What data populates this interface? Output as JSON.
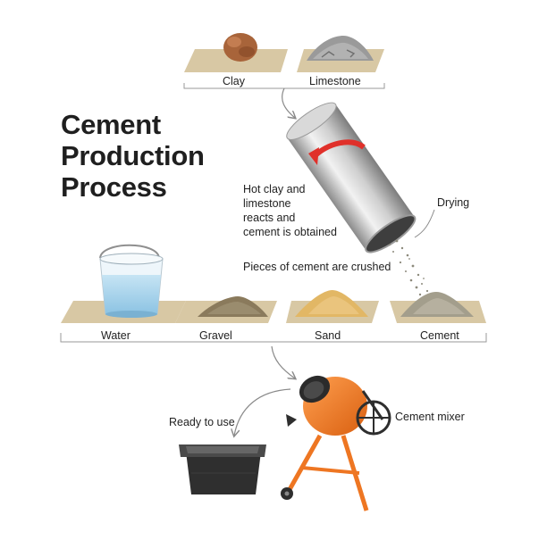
{
  "title": [
    "Cement",
    "Production",
    "Process"
  ],
  "raw_materials": [
    "Clay",
    "Limestone"
  ],
  "ingredients": [
    "Water",
    "Gravel",
    "Sand",
    "Cement"
  ],
  "annotations": {
    "reaction": [
      "Hot clay and",
      "limestone",
      "reacts and",
      "cement is obtained"
    ],
    "drying": "Drying",
    "crushed": "Pieces of cement are crushed",
    "ready": "Ready to use",
    "mixer": "Cement mixer"
  },
  "colors": {
    "tile": "#d8c8a4",
    "clay": "#a8643a",
    "limestone": "#9a9a9a",
    "water": "#a9d3ea",
    "gravel": "#8a7a5c",
    "sand": "#e2b765",
    "cement": "#a39e8c",
    "mixer_drum": "#f07820",
    "rotation_arrow": "#e0302a"
  }
}
